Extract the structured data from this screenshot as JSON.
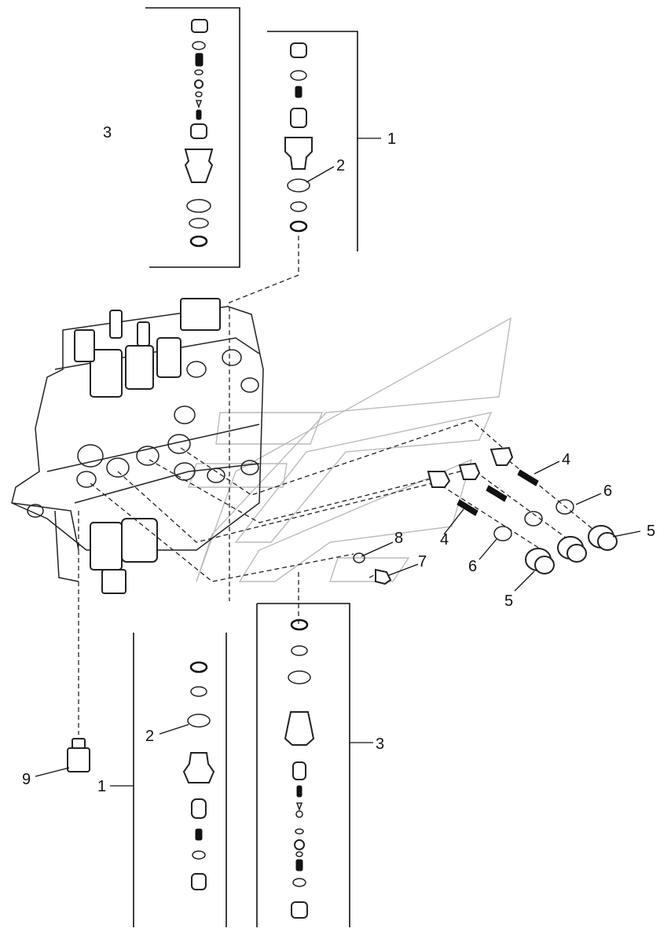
{
  "callouts": {
    "c3_top": "3",
    "c1_top": "1",
    "c2_top": "2",
    "c4_upper": "4",
    "c6_right": "6",
    "c5_right": "5",
    "c8": "8",
    "c4_lower": "4",
    "c7": "7",
    "c6_left": "6",
    "c5_left": "5",
    "c3_bottom": "3",
    "c2_bottom": "2",
    "c9": "9",
    "c1_bottom": "1"
  }
}
